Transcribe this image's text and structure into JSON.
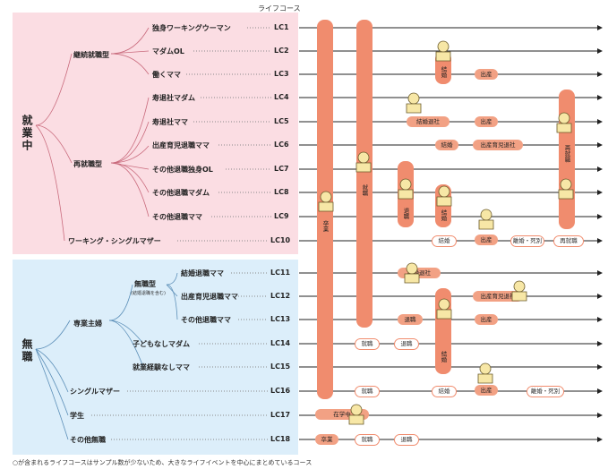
{
  "header_label": "ライフコース",
  "groups": [
    {
      "label": "就業中",
      "color": "#fbdde3"
    },
    {
      "label": "無職",
      "color": "#dceefa"
    }
  ],
  "subgroups": {
    "keizoku": "継続就職型",
    "saishushoku": "再就職型",
    "sengyo": "専業主婦",
    "mushoku": "無職型",
    "mushoku_note": "(結婚退職を含む)"
  },
  "courses": [
    {
      "label": "独身ワーキングウーマン",
      "code": "LC1"
    },
    {
      "label": "マダムOL",
      "code": "LC2"
    },
    {
      "label": "働くママ",
      "code": "LC3"
    },
    {
      "label": "寿退社マダム",
      "code": "LC4"
    },
    {
      "label": "寿退社ママ",
      "code": "LC5"
    },
    {
      "label": "出産育児退職ママ",
      "code": "LC6"
    },
    {
      "label": "その他退職独身OL",
      "code": "LC7"
    },
    {
      "label": "その他退職マダム",
      "code": "LC8"
    },
    {
      "label": "その他退職ママ",
      "code": "LC9"
    },
    {
      "label": "ワーキング・シングルマザー",
      "code": "LC10"
    },
    {
      "label": "結婚退職ママ",
      "code": "LC11"
    },
    {
      "label": "出産育児退職ママ",
      "code": "LC12"
    },
    {
      "label": "その他退職ママ",
      "code": "LC13"
    },
    {
      "label": "子どもなしマダム",
      "code": "LC14"
    },
    {
      "label": "就業経験なしママ",
      "code": "LC15"
    },
    {
      "label": "シングルマザー",
      "code": "LC16"
    },
    {
      "label": "学生",
      "code": "LC17"
    },
    {
      "label": "その他無職",
      "code": "LC18"
    }
  ],
  "events": {
    "graduation": "卒業",
    "employment": "就職",
    "marriage": "結婚",
    "birth": "出産",
    "marriage_retire": "結婚退社",
    "childcare_retire": "出産育児退社",
    "retire": "退職",
    "reemploy": "再就職",
    "divorce": "離婚・死別",
    "in_school": "在学中"
  },
  "footnote": "○が含まれるライフコースはサンプル数が少ないため、大きなライフイベントを中心にまとめているコース",
  "colors": {
    "bar": "#f08c6e",
    "arrow": "#222222",
    "pink_panel": "#fbdde3",
    "blue_panel": "#dceefa"
  }
}
